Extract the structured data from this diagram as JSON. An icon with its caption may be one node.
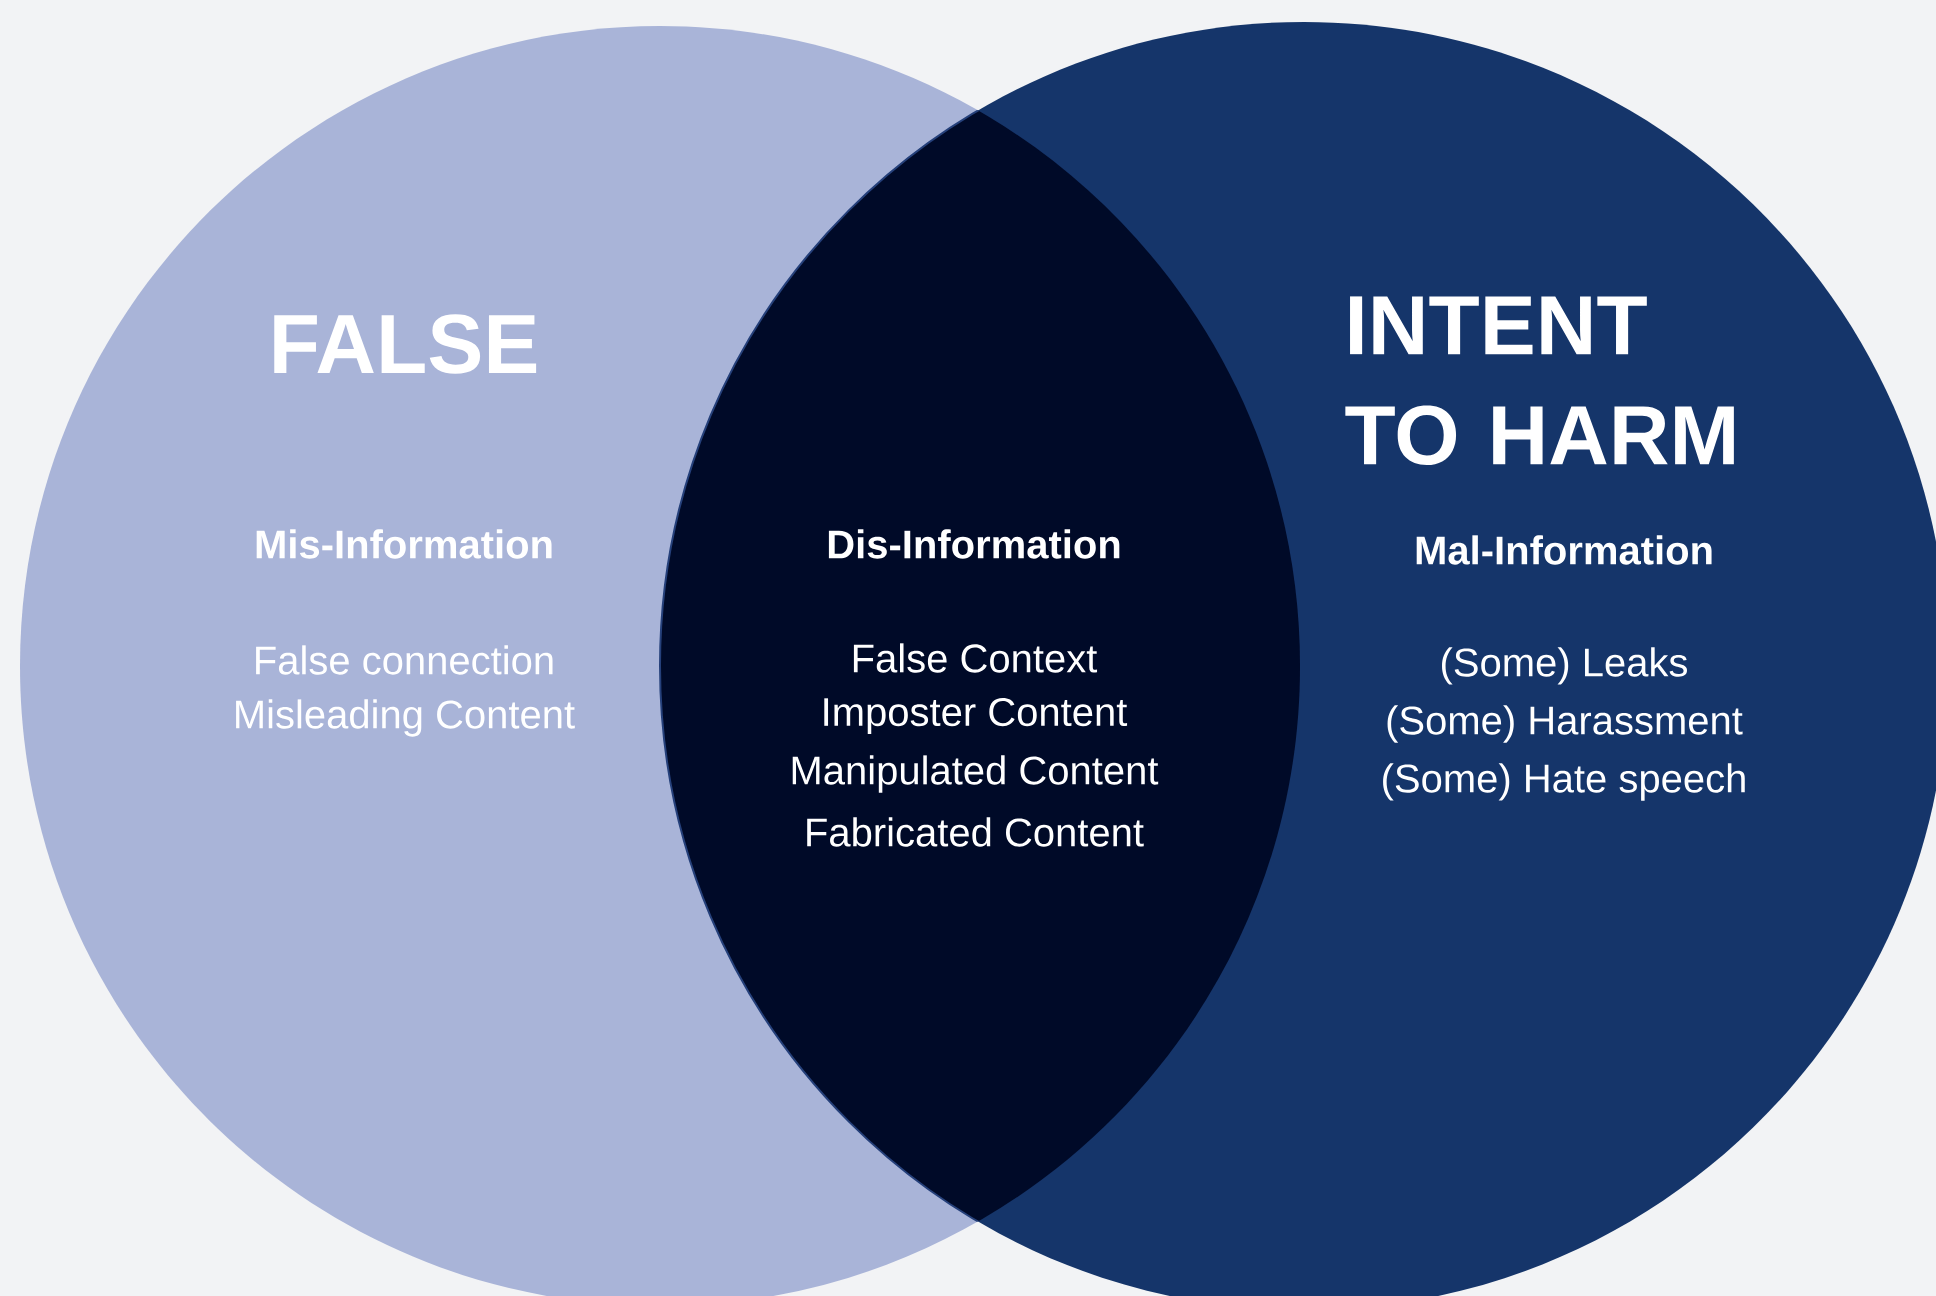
{
  "diagram": {
    "nodes": [
      {
        "text": [
          "FALSE",
          "Mis-Information",
          "False connection",
          "Misleading Content"
        ]
      },
      {
        "text": [
          "Dis-Information",
          "False Context",
          "Imposter Content",
          "Manipulated Content",
          "Fabricated Content"
        ]
      },
      {
        "text": [
          "INTENT TO HARM",
          "Mal-Information",
          "(Some) Leaks",
          "(Some) Harassment",
          "(Some) Hate speech"
        ]
      }
    ]
  }
}
